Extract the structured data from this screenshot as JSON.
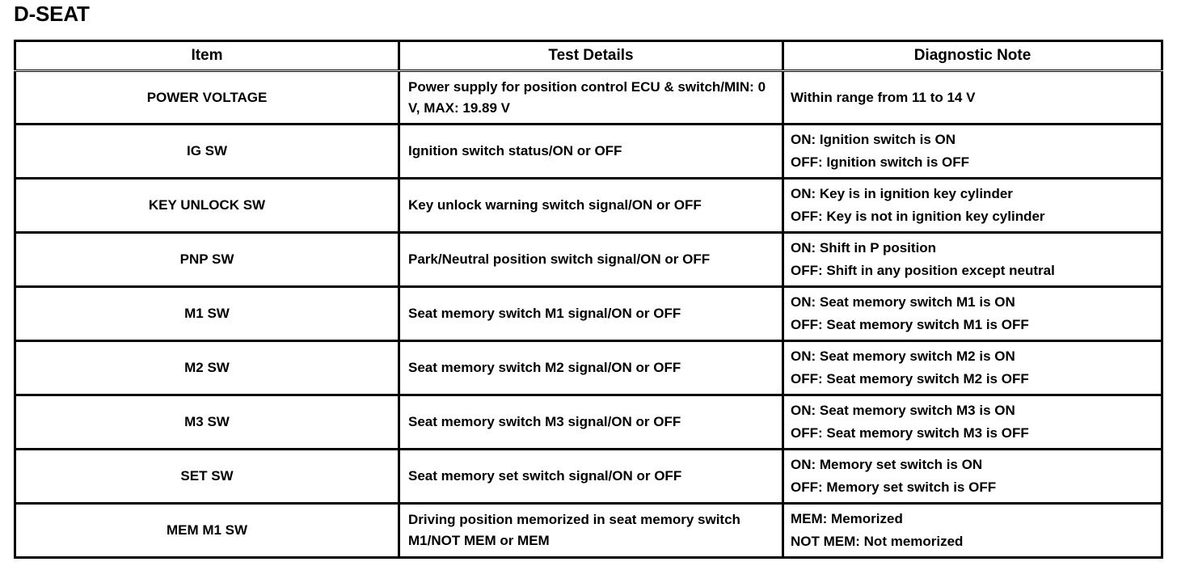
{
  "document": {
    "title": "D-SEAT"
  },
  "table": {
    "columns": [
      {
        "key": "item",
        "label": "Item"
      },
      {
        "key": "test_details",
        "label": "Test Details"
      },
      {
        "key": "diagnostic_note",
        "label": "Diagnostic Note"
      }
    ],
    "rows": [
      {
        "item": "POWER VOLTAGE",
        "test_details": "Power supply for position control ECU & switch/MIN: 0 V, MAX: 19.89 V",
        "note_line1": "Within range from 11 to 14 V",
        "note_line2": ""
      },
      {
        "item": "IG SW",
        "test_details": "Ignition switch status/ON or OFF",
        "note_line1": "ON: Ignition switch is ON",
        "note_line2": "OFF: Ignition switch is OFF"
      },
      {
        "item": "KEY UNLOCK SW",
        "test_details": "Key unlock warning switch signal/ON or OFF",
        "note_line1": "ON: Key is in ignition key cylinder",
        "note_line2": "OFF: Key is not in ignition key cylinder"
      },
      {
        "item": "PNP SW",
        "test_details": "Park/Neutral position switch signal/ON or OFF",
        "note_line1": "ON: Shift in P position",
        "note_line2": "OFF: Shift in any position except neutral"
      },
      {
        "item": "M1 SW",
        "test_details": "Seat memory switch M1 signal/ON or OFF",
        "note_line1": "ON: Seat memory switch M1 is ON",
        "note_line2": "OFF: Seat memory switch M1 is OFF"
      },
      {
        "item": "M2 SW",
        "test_details": "Seat memory switch M2 signal/ON or OFF",
        "note_line1": "ON: Seat memory switch M2 is ON",
        "note_line2": "OFF: Seat memory switch M2 is OFF"
      },
      {
        "item": "M3 SW",
        "test_details": "Seat memory switch M3 signal/ON or OFF",
        "note_line1": "ON: Seat memory switch M3 is ON",
        "note_line2": "OFF: Seat memory switch M3 is OFF"
      },
      {
        "item": "SET SW",
        "test_details": "Seat memory set switch signal/ON or OFF",
        "note_line1": "ON: Memory set switch is ON",
        "note_line2": "OFF: Memory set switch is OFF"
      },
      {
        "item": "MEM M1 SW",
        "test_details": "Driving position memorized in seat memory switch M1/NOT MEM or MEM",
        "note_line1": "MEM: Memorized",
        "note_line2": "NOT MEM: Not memorized"
      }
    ]
  },
  "colors": {
    "text": "#000000",
    "background": "#ffffff",
    "border": "#000000"
  }
}
